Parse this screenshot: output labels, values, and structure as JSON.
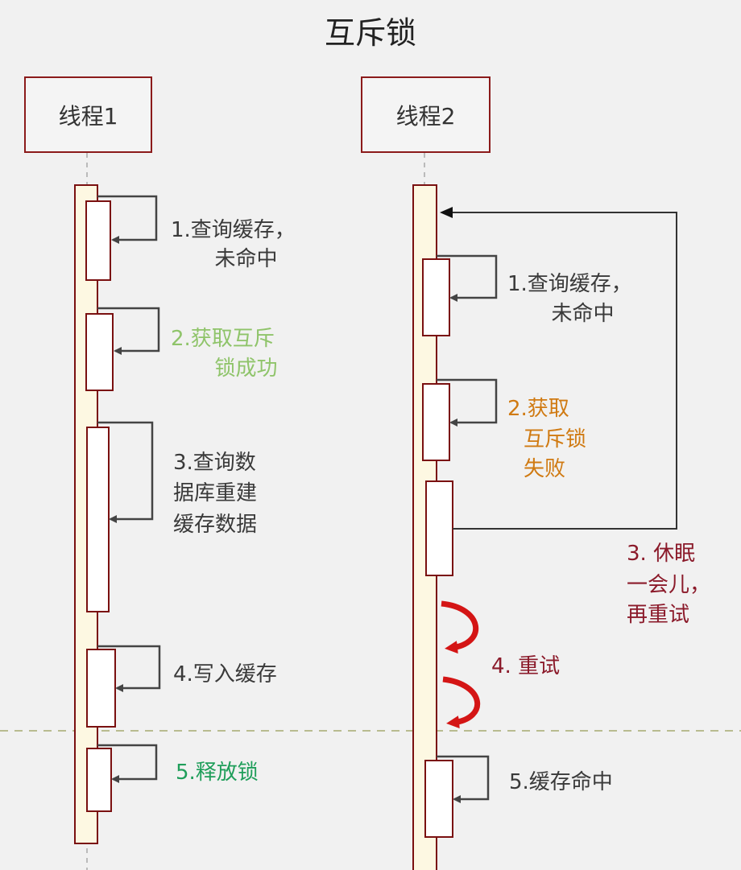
{
  "title": "互斥锁",
  "threads": [
    {
      "label": "线程1",
      "steps": [
        {
          "lines": [
            "1.查询缓存，",
            "  未命中"
          ],
          "color": "#3a3a3a"
        },
        {
          "lines": [
            "2.获取互斥",
            "  锁成功"
          ],
          "color": "#8fc46a"
        },
        {
          "lines": [
            "3.查询数",
            "据库重建",
            "缓存数据"
          ],
          "color": "#3a3a3a"
        },
        {
          "lines": [
            "4.写入缓存"
          ],
          "color": "#3a3a3a"
        },
        {
          "lines": [
            "5.释放锁"
          ],
          "color": "#1f9e5a"
        }
      ]
    },
    {
      "label": "线程2",
      "steps": [
        {
          "lines": [
            "1.查询缓存，",
            "  未命中"
          ],
          "color": "#3a3a3a"
        },
        {
          "lines": [
            "2.获取",
            "互斥锁",
            "失败"
          ],
          "color": "#d07a12"
        },
        {
          "lines": [
            "3. 休眠",
            "一会儿，",
            "再重试"
          ],
          "color": "#8b1a2a"
        },
        {
          "lines": [
            "4. 重试"
          ],
          "color": "#8b1a2a"
        },
        {
          "lines": [
            "5.缓存命中"
          ],
          "color": "#3a3a3a"
        }
      ]
    }
  ]
}
